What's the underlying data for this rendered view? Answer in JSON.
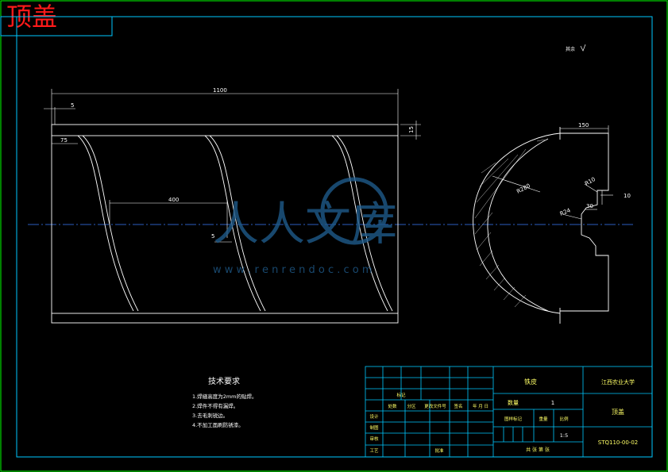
{
  "sheet_title": "顶盖",
  "watermark": {
    "text": "人人文库",
    "url": "w w w . r e n r e n d o c . c o m"
  },
  "roughness_note": "其余",
  "dims": {
    "overall_length": "1100",
    "edge_offset": "5",
    "helix_start": "75",
    "pitch": "400",
    "thickness": "5",
    "height": "15",
    "flange_width": "150",
    "r_large": "R280",
    "r_small": "R10",
    "r_fillet": "R24",
    "slot_width": "30",
    "slot_depth": "10"
  },
  "tech_req": {
    "heading": "技术要求",
    "items": [
      "1.焊缝高度为2mm的贴焊。",
      "2.焊件不得有漏焊。",
      "3.去毛刺锐边。",
      "4.不加工面刷防锈漆。"
    ]
  },
  "title_block": {
    "material": "铁皮",
    "school": "江西农业大学",
    "part_name": "顶盖",
    "drawing_no": "STQ110-00-02",
    "qty_label": "数量",
    "qty_value": "1",
    "stage_label": "图样标记",
    "weight_label": "重量",
    "scale_label": "比例",
    "scale_value": "1:5",
    "sheets_label": "共   张 第   张",
    "rev_headers": [
      "标记",
      "处数",
      "分区",
      "更改文件号",
      "签名",
      "年 月 日"
    ],
    "roles": [
      "设计",
      "制图",
      "审核",
      "工艺"
    ],
    "approve_label": "批准"
  }
}
